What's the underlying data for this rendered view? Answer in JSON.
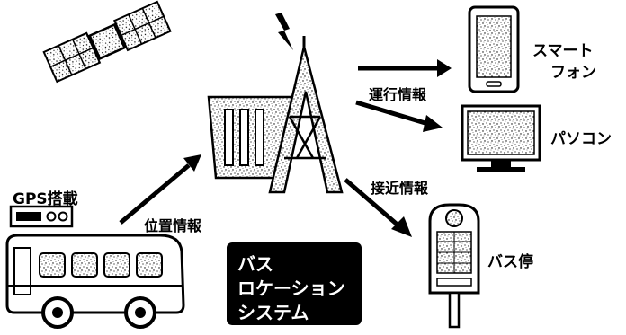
{
  "labels": {
    "gps": "GPS搭載",
    "position_info": "位置情報",
    "operation_info": "運行情報",
    "approach_info": "接近情報",
    "smartphone_line1": "スマート",
    "smartphone_line2": "フォン",
    "pc": "パソコン",
    "bus_stop": "バス停"
  },
  "system_box": {
    "line1": "バス",
    "line2": "ロケーション",
    "line3": "システム",
    "background": "#000000",
    "text_color": "#ffffff"
  },
  "icons": [
    "satellite-icon",
    "antenna-tower-icon",
    "building-icon",
    "lightning-icon",
    "smartphone-icon",
    "monitor-icon",
    "bus-icon",
    "gps-device-icon",
    "bus-stop-sign-icon"
  ]
}
